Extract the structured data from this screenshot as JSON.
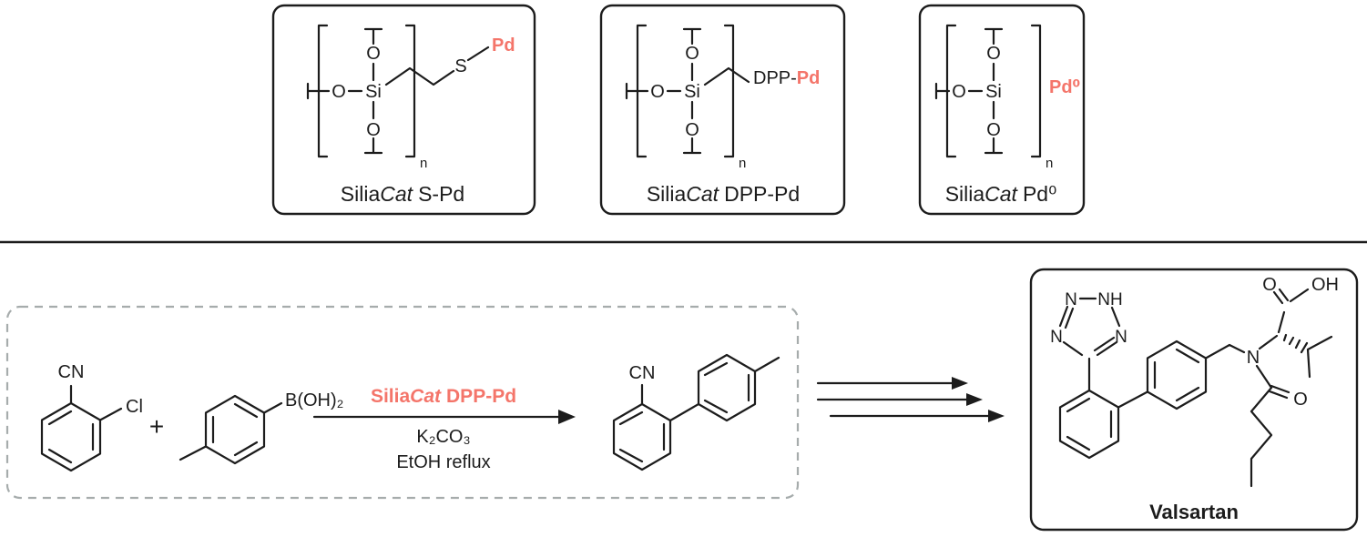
{
  "colors": {
    "accent": "#f4756a",
    "line": "#1c1c1c",
    "dashed_border": "#a6acac"
  },
  "catalysts": [
    {
      "o_top": "O",
      "o_left": "O",
      "o_bottom": "O",
      "si": "Si",
      "bracket_sub": "n",
      "linker": "S",
      "metal": "Pd",
      "label": {
        "prefix": "Silia",
        "italic": "Cat",
        "suffix": "S-Pd"
      }
    },
    {
      "o_top": "O",
      "o_left": "O",
      "o_bottom": "O",
      "si": "Si",
      "bracket_sub": "n",
      "linker": "DPP-",
      "metal": "Pd",
      "label": {
        "prefix": "Silia",
        "italic": "Cat",
        "suffix": "DPP-Pd"
      }
    },
    {
      "o_top": "O",
      "o_left": "O",
      "o_bottom": "O",
      "si": "Si",
      "bracket_sub": "n",
      "metal": "Pd⁰",
      "label": {
        "prefix": "Silia",
        "italic": "Cat",
        "suffix": "Pd⁰"
      }
    }
  ],
  "reaction": {
    "substrate": {
      "nitrile": "CN",
      "chloride": "Cl"
    },
    "plus": "+",
    "boronic_acid": {
      "group": "B(OH)₂"
    },
    "conditions": {
      "catalyst": {
        "prefix": "Silia",
        "italic": "Cat",
        "suffix": "DPP-Pd"
      },
      "base": "K₂CO₃",
      "solvent": "EtOH reflux"
    },
    "product": {
      "nitrile": "CN"
    }
  },
  "valsartan": {
    "title": "Valsartan",
    "atoms": {
      "n1": "N",
      "n2": "NH",
      "n3": "N",
      "n4": "N",
      "amide_n": "N",
      "carbonyl_o": "O",
      "acid_o": "O",
      "acid_oh": "OH"
    }
  }
}
